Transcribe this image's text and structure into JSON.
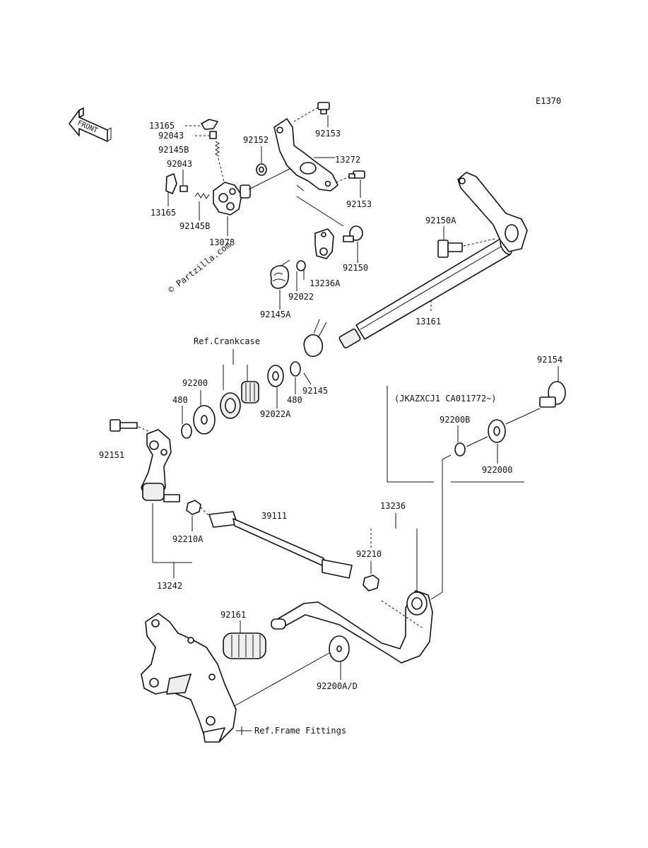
{
  "diagram_code": "E1370",
  "front_label": "FRONT",
  "watermark": "© Partzilla.com",
  "notes": {
    "ref_crankcase": "Ref.Crankcase",
    "ref_frame_fittings": "Ref.Frame Fittings",
    "serial_note": "(JKAZXCJ1 CA011772~)"
  },
  "part_labels": {
    "p13165_top": "13165",
    "p92043_top": "92043",
    "p92145b_top": "92145B",
    "p92043_mid": "92043",
    "p13165_mid": "13165",
    "p92145b_mid": "92145B",
    "p13078": "13078",
    "p92152": "92152",
    "p92153_top": "92153",
    "p13272": "13272",
    "p92153_mid": "92153",
    "p92150": "92150",
    "p92150a": "92150A",
    "p92022": "92022",
    "p13236a": "13236A",
    "p92145a": "92145A",
    "p13161": "13161",
    "p92200": "92200",
    "p480_left": "480",
    "p92022a": "92022A",
    "p480_right": "480",
    "p92145": "92145",
    "p92154": "92154",
    "p92200b": "92200B",
    "p922000": "922000",
    "p92151": "92151",
    "p39111": "39111",
    "p13236": "13236",
    "p92210a": "92210A",
    "p92210": "92210",
    "p13242": "13242",
    "p92161": "92161",
    "p92200ad": "92200A/D"
  }
}
